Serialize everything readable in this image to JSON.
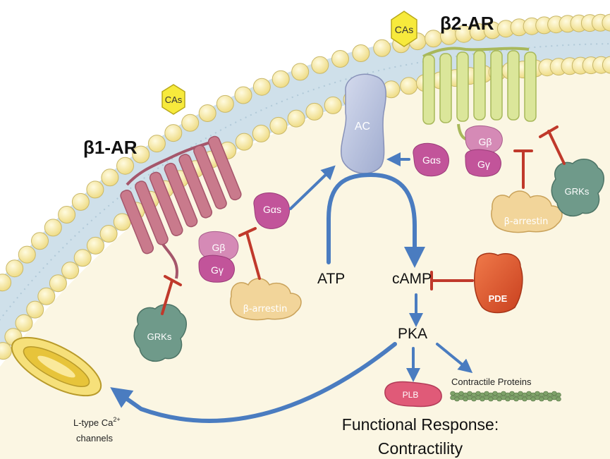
{
  "labels": {
    "cas_left": "CAs",
    "cas_right": "CAs",
    "b1_ar": "β1-AR",
    "b2_ar": "β2-AR",
    "ac": "AC",
    "gas_left": "Gαs",
    "gas_right": "Gαs",
    "gb_left": "Gβ",
    "gy_left": "Gγ",
    "gb_right": "Gβ",
    "gy_right": "Gγ",
    "barr_left": "β-arrestin",
    "barr_right": "β-arrestin",
    "grks_left": "GRKs",
    "grks_right": "GRKs",
    "atp": "ATP",
    "camp": "cAMP",
    "pde": "PDE",
    "pka": "PKA",
    "plb": "PLB",
    "contractile": "Contractile Proteins",
    "ltype_line1": "L-type Ca",
    "ltype_sup": "2+",
    "ltype_line2": "channels",
    "response_line1": "Functional Response:",
    "response_line2": "Contractility"
  },
  "colors": {
    "membrane_head": "#f4e7a6",
    "membrane_head_stroke": "#c9b86a",
    "membrane_core": "#cfe0ea",
    "cytoplasm": "#fbf6e3",
    "receptor_b1": "#c97a8c",
    "receptor_b2": "#dbe69a",
    "ac": "#b9c3dc",
    "g_protein": "#c2549a",
    "g_protein_light": "#d58ab6",
    "arrestin": "#f2d59a",
    "grk": "#6f9a8a",
    "pde": "#e2552f",
    "plb": "#e05a78",
    "arrow_blue": "#4a7cc0",
    "inhibit_red": "#c0392b",
    "cas_hex": "#f7ea3c"
  }
}
